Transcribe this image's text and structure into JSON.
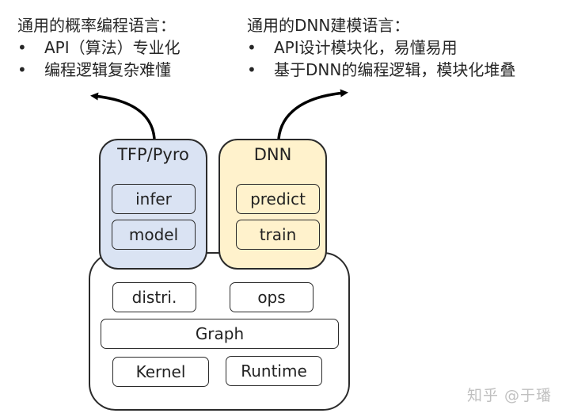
{
  "notes": {
    "left": {
      "title": "通用的概率编程语言：",
      "bullets": [
        "API（算法）专业化",
        "编程逻辑复杂难懂"
      ]
    },
    "right": {
      "title": "通用的DNN建模语言：",
      "bullets": [
        "API设计模块化，易懂易用",
        "基于DNN的编程逻辑，模块化堆叠"
      ]
    },
    "bullet_char": "•"
  },
  "diagram": {
    "tfp": {
      "label": "TFP/Pyro",
      "items": [
        "infer",
        "model"
      ],
      "color": "#dae3f3"
    },
    "dnn": {
      "label": "DNN",
      "items": [
        "predict",
        "train"
      ],
      "color": "#fff2cc"
    },
    "base": {
      "row1": [
        "distri.",
        "ops"
      ],
      "row2": "Graph",
      "row3": [
        "Kernel",
        "Runtime"
      ]
    }
  },
  "watermark": "知乎 @于璠"
}
